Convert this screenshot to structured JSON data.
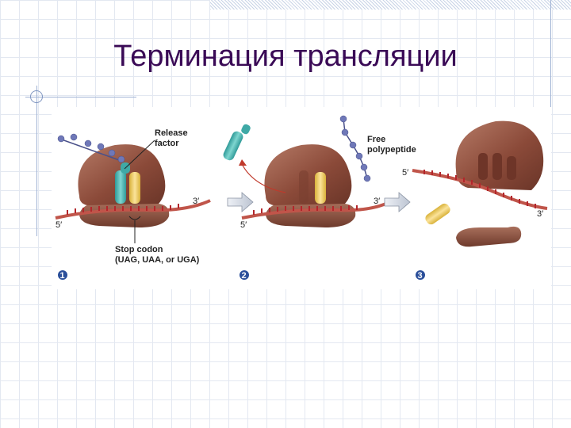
{
  "slide": {
    "title": "Терминация трансляции"
  },
  "figure": {
    "labels": {
      "release_factor": [
        "Release",
        "factor"
      ],
      "free_polypeptide": [
        "Free",
        "polypeptide"
      ],
      "stop_codon": [
        "Stop codon",
        "(UAG, UAA, or UGA)"
      ],
      "three_prime": "3′",
      "five_prime": "5′"
    },
    "steps": [
      "1",
      "2",
      "3"
    ],
    "colors": {
      "ribosome": "#8a4a3a",
      "ribosome_light": "#b06f5a",
      "mrna": "#c0554a",
      "codon_ticks": "#b3262b",
      "release_factor": "#4bb7b3",
      "trna_yellow": "#f2d46b",
      "polypeptide": "#6f78b8",
      "arrow": "#c6cdd8",
      "step_badge": "#2b4f9a"
    }
  }
}
